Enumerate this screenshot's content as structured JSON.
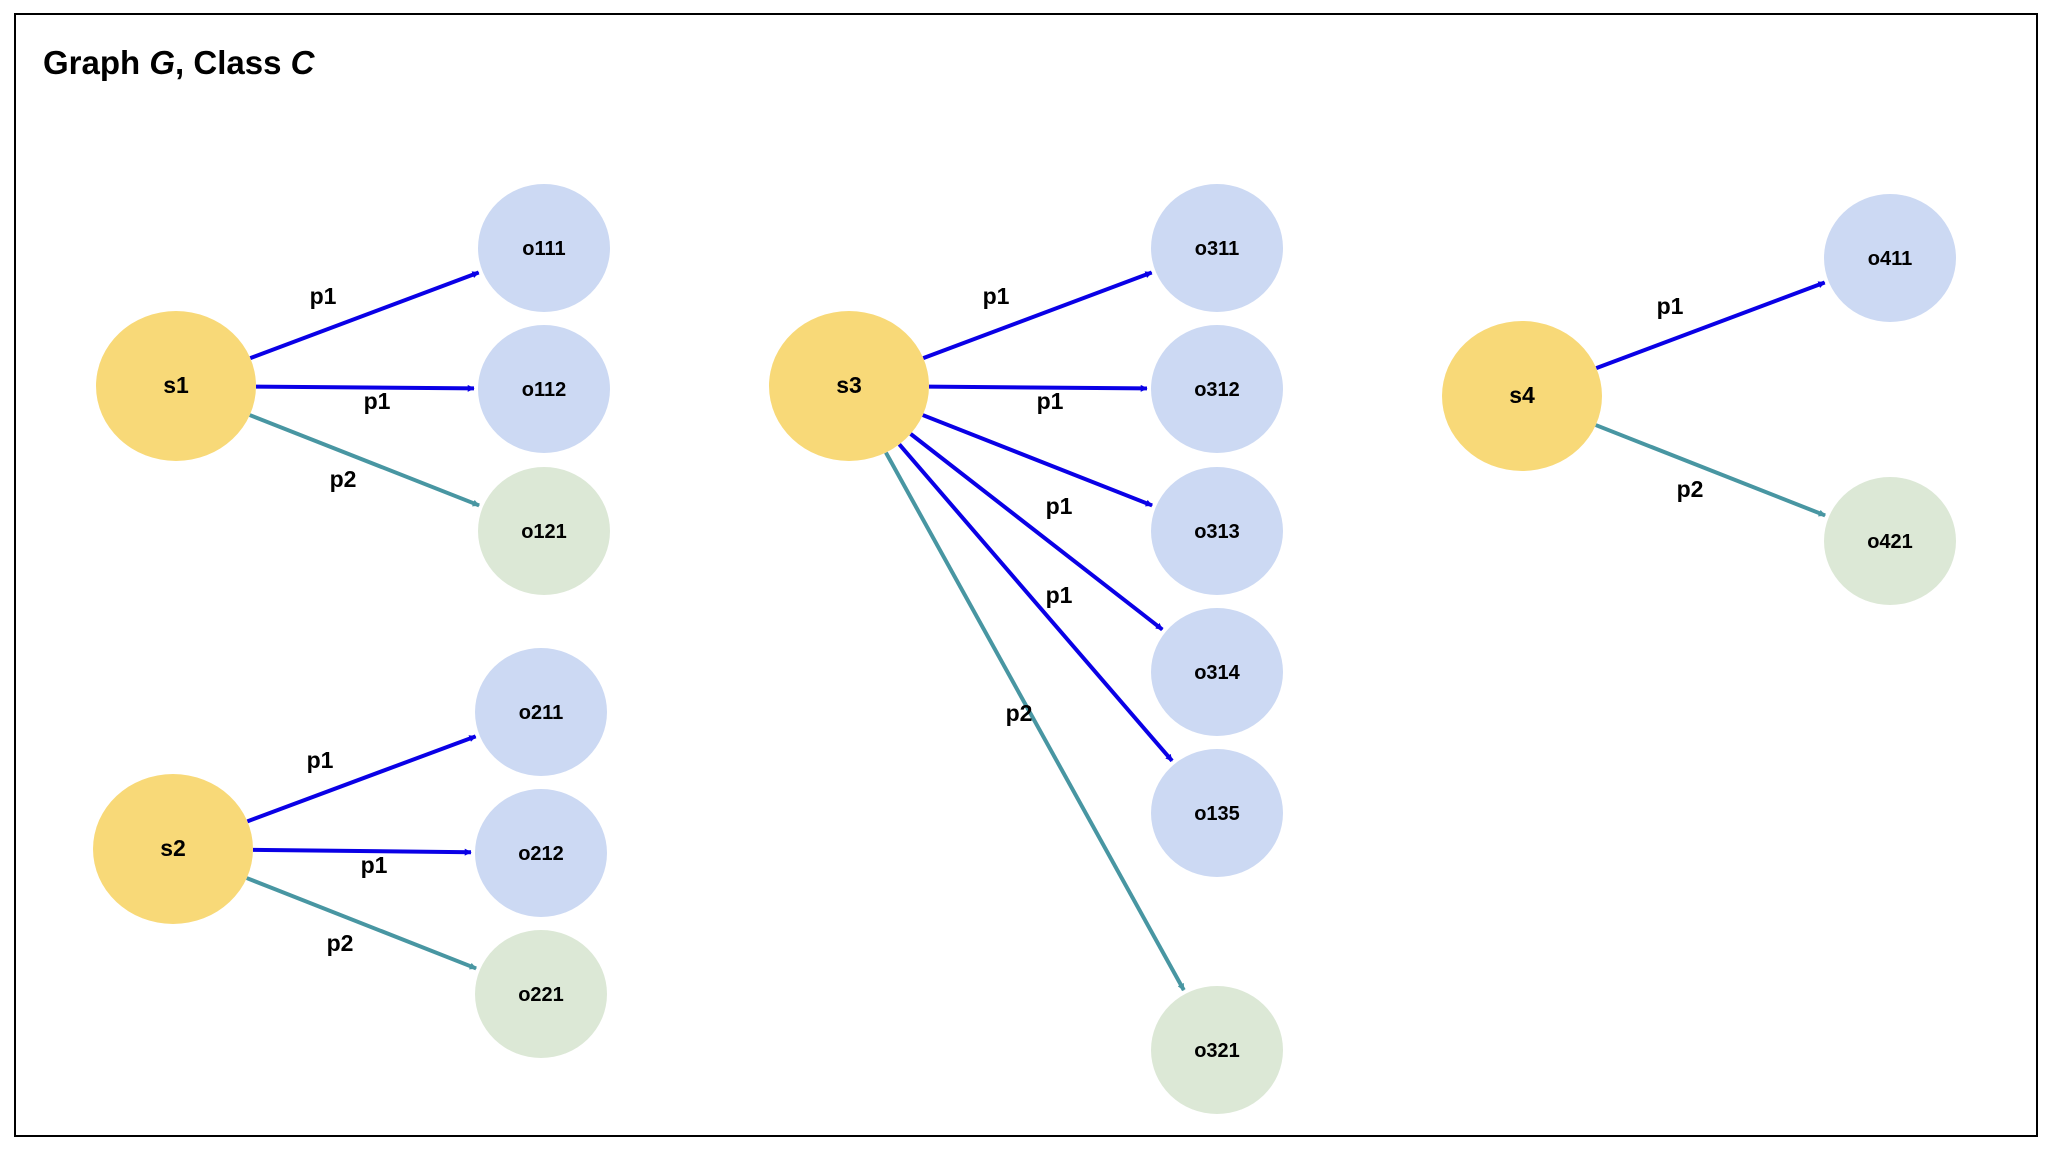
{
  "title": {
    "prefix": "Graph ",
    "graph_symbol": "G",
    "separator": ", Class ",
    "class_symbol": "C"
  },
  "colors": {
    "subject_node": "#f8d978",
    "p1_object_node": "#ccd9f3",
    "p2_object_node": "#dce8d6",
    "p1_edge": "#0a00e6",
    "p2_edge": "#4896a2",
    "frame": "#000000"
  },
  "nodes": [
    {
      "id": "s1",
      "label": "s1",
      "kind": "subject"
    },
    {
      "id": "s2",
      "label": "s2",
      "kind": "subject"
    },
    {
      "id": "s3",
      "label": "s3",
      "kind": "subject"
    },
    {
      "id": "s4",
      "label": "s4",
      "kind": "subject"
    },
    {
      "id": "o111",
      "label": "o111",
      "kind": "p1-object"
    },
    {
      "id": "o112",
      "label": "o112",
      "kind": "p1-object"
    },
    {
      "id": "o121",
      "label": "o121",
      "kind": "p2-object"
    },
    {
      "id": "o211",
      "label": "o211",
      "kind": "p1-object"
    },
    {
      "id": "o212",
      "label": "o212",
      "kind": "p1-object"
    },
    {
      "id": "o221",
      "label": "o221",
      "kind": "p2-object"
    },
    {
      "id": "o311",
      "label": "o311",
      "kind": "p1-object"
    },
    {
      "id": "o312",
      "label": "o312",
      "kind": "p1-object"
    },
    {
      "id": "o313",
      "label": "o313",
      "kind": "p1-object"
    },
    {
      "id": "o314",
      "label": "o314",
      "kind": "p1-object"
    },
    {
      "id": "o135",
      "label": "o135",
      "kind": "p1-object"
    },
    {
      "id": "o321",
      "label": "o321",
      "kind": "p2-object"
    },
    {
      "id": "o411",
      "label": "o411",
      "kind": "p1-object"
    },
    {
      "id": "o421",
      "label": "o421",
      "kind": "p2-object"
    }
  ],
  "edges": [
    {
      "from": "s1",
      "to": "o111",
      "label": "p1",
      "predicate": "p1"
    },
    {
      "from": "s1",
      "to": "o112",
      "label": "p1",
      "predicate": "p1"
    },
    {
      "from": "s1",
      "to": "o121",
      "label": "p2",
      "predicate": "p2"
    },
    {
      "from": "s2",
      "to": "o211",
      "label": "p1",
      "predicate": "p1"
    },
    {
      "from": "s2",
      "to": "o212",
      "label": "p1",
      "predicate": "p1"
    },
    {
      "from": "s2",
      "to": "o221",
      "label": "p2",
      "predicate": "p2"
    },
    {
      "from": "s3",
      "to": "o311",
      "label": "p1",
      "predicate": "p1"
    },
    {
      "from": "s3",
      "to": "o312",
      "label": "p1",
      "predicate": "p1"
    },
    {
      "from": "s3",
      "to": "o313",
      "label": "p1",
      "predicate": "p1"
    },
    {
      "from": "s3",
      "to": "o314",
      "label": "p1",
      "predicate": "p1"
    },
    {
      "from": "s3",
      "to": "o135",
      "label": "",
      "predicate": "p1"
    },
    {
      "from": "s3",
      "to": "o321",
      "label": "p2",
      "predicate": "p2"
    },
    {
      "from": "s4",
      "to": "o411",
      "label": "p1",
      "predicate": "p1"
    },
    {
      "from": "s4",
      "to": "o421",
      "label": "p2",
      "predicate": "p2"
    }
  ]
}
